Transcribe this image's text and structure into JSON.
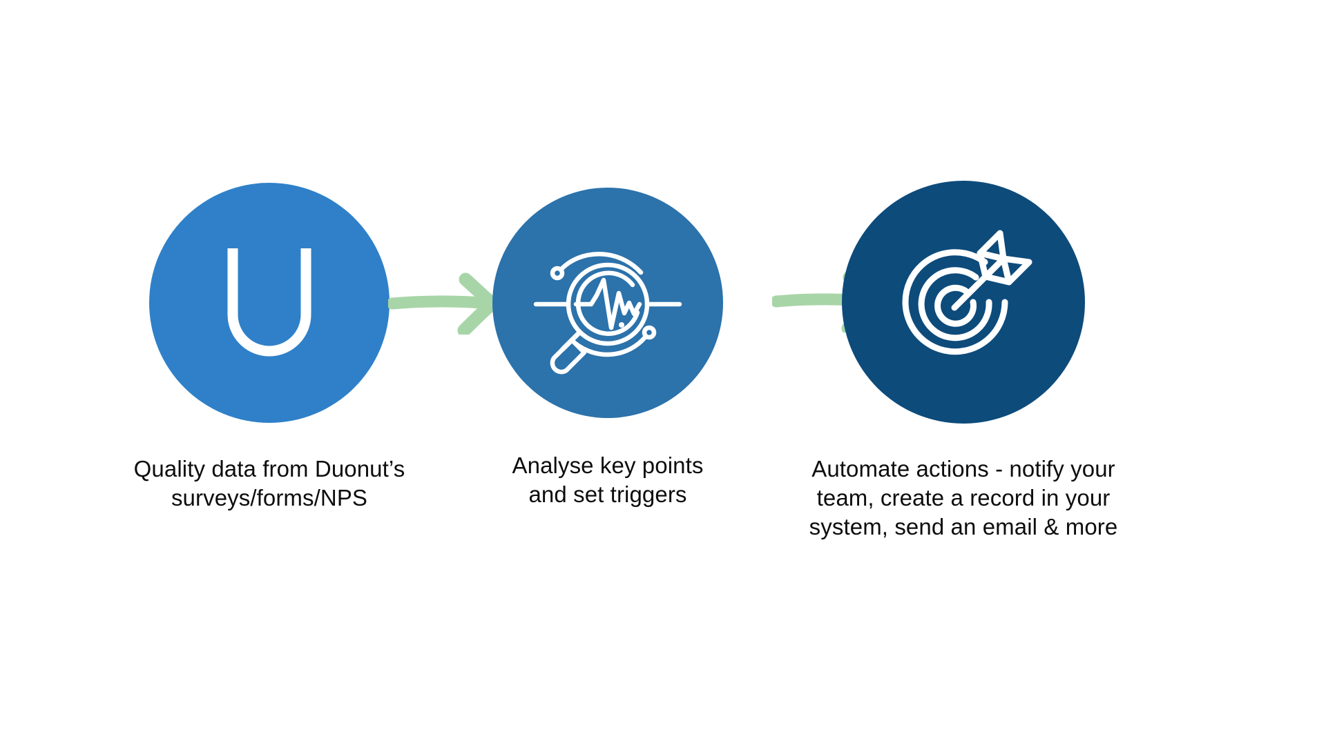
{
  "page": {
    "title": "Duonut process flow",
    "background_color": "#ffffff",
    "text_color": "#0d0d0d"
  },
  "colors": {
    "circle_1": "#2f80c8",
    "circle_2": "#2c72ab",
    "circle_3": "#0d4b7b",
    "arrow_green": "#a8d5a8",
    "icon_white": "#ffffff"
  },
  "steps": [
    {
      "index": 1,
      "icon_name": "duonut-u-logo-icon",
      "circle_color": "#2f80c8",
      "caption": "Quality data from Duonut’s\nsurveys/forms/NPS"
    },
    {
      "index": 2,
      "icon_name": "magnifier-pulse-analytics-icon",
      "circle_color": "#2c72ab",
      "caption": "Analyse key points\nand set triggers"
    },
    {
      "index": 3,
      "icon_name": "target-dart-icon",
      "circle_color": "#0d4b7b",
      "caption": "Automate actions - notify your\nteam, create a record in your\nsystem, send an email & more"
    }
  ],
  "connectors": [
    {
      "index": 1,
      "icon_name": "arrow-right-icon",
      "color": "#a8d5a8",
      "from_step": 1,
      "to_step": 2
    },
    {
      "index": 2,
      "icon_name": "arrow-right-icon",
      "color": "#a8d5a8",
      "from_step": 2,
      "to_step": 3
    }
  ]
}
